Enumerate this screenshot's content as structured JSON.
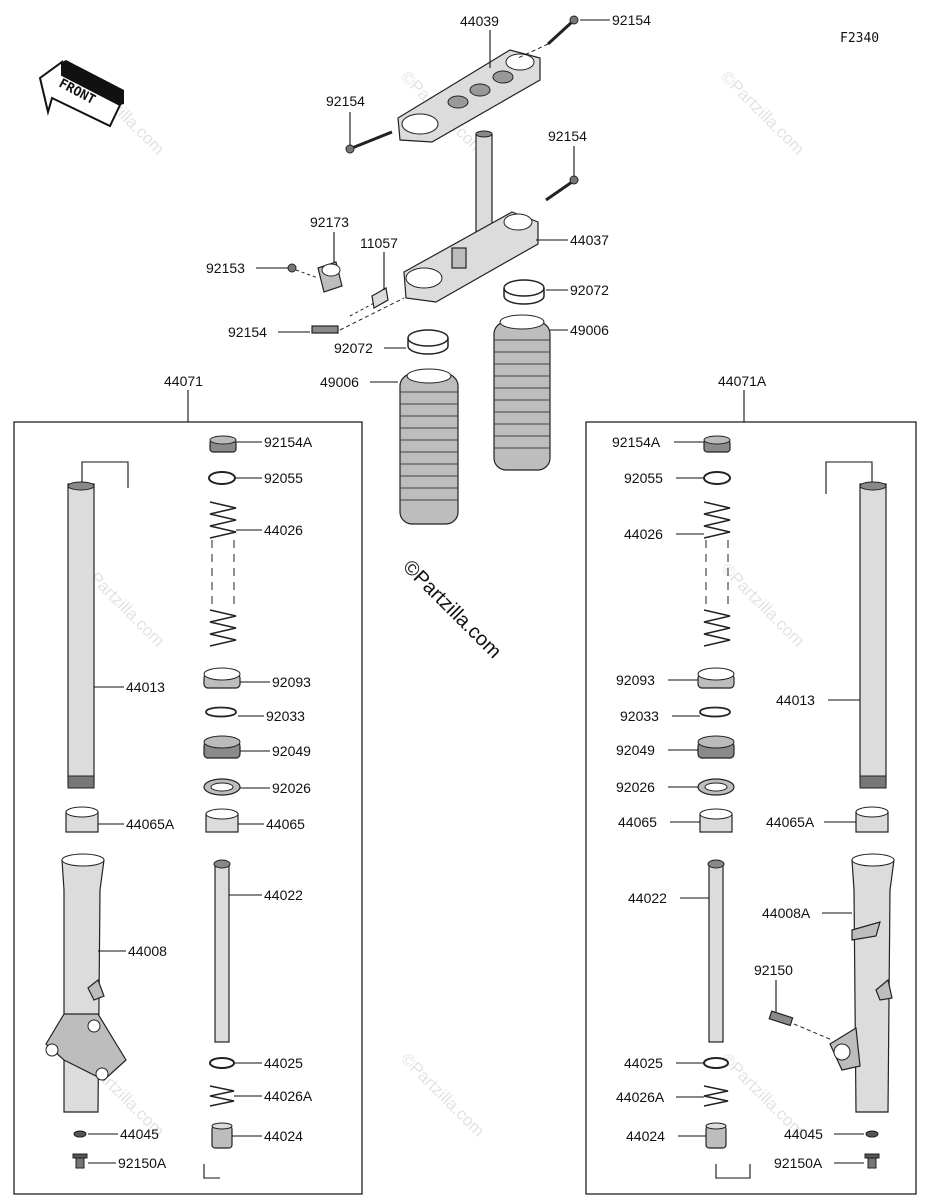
{
  "diagram_code": "F2340",
  "front_label": "FRONT",
  "watermark": "©Partzilla.com",
  "center_watermark": "©Partzilla.com",
  "top_labels": {
    "p44039": "44039",
    "p92154_top": "92154",
    "p92154_left": "92154",
    "p92154_right": "92154",
    "p92173": "92173",
    "p11057": "11057",
    "p44037": "44037",
    "p92153": "92153",
    "p92072_r": "92072",
    "p92154_low": "92154",
    "p92072_l": "92072",
    "p49006_r": "49006",
    "p49006_l": "49006"
  },
  "left_group": {
    "title": "44071",
    "labels": {
      "a": "92154A",
      "b": "92055",
      "c": "44026",
      "d": "44013",
      "e": "92093",
      "f": "92033",
      "g": "92049",
      "h": "92026",
      "i": "44065A",
      "j": "44065",
      "k": "44022",
      "l": "44008",
      "m": "44025",
      "n": "44026A",
      "o": "44045",
      "p": "44024",
      "q": "92150A"
    }
  },
  "right_group": {
    "title": "44071A",
    "labels": {
      "a": "92154A",
      "b": "92055",
      "c": "44026",
      "e": "92093",
      "d": "44013",
      "f": "92033",
      "g": "92049",
      "h": "92026",
      "j": "44065",
      "i": "44065A",
      "k": "44022",
      "l": "44008A",
      "r": "92150",
      "m": "44025",
      "n": "44026A",
      "o": "44045",
      "p": "44024",
      "q": "92150A"
    }
  }
}
